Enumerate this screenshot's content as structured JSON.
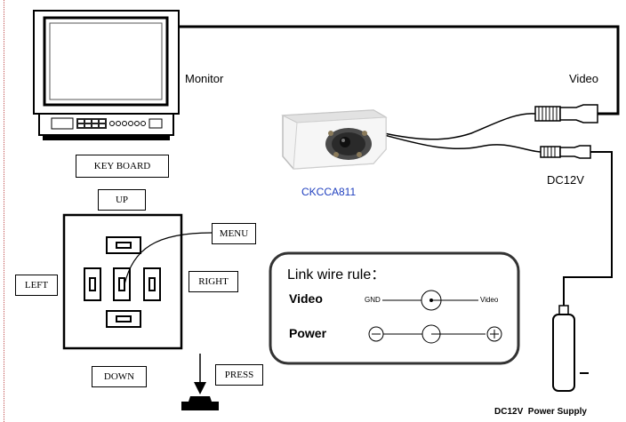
{
  "labels": {
    "monitor": "Monitor",
    "video_top": "Video",
    "camera_model": "CKCCA811",
    "dc12v": "DC12V",
    "power_supply": "DC12V  Power Supply"
  },
  "keyboard": {
    "title": "KEY BOARD",
    "up": "UP",
    "down": "DOWN",
    "left": "LEFT",
    "right": "RIGHT",
    "menu": "MENU",
    "press": "PRESS"
  },
  "link_rule": {
    "title": "Link wire rule：",
    "video_label": "Video",
    "power_label": "Power",
    "gnd": "GND",
    "video_pin": "Video"
  },
  "colors": {
    "model_text": "#1f3fbf",
    "line": "#000000"
  }
}
